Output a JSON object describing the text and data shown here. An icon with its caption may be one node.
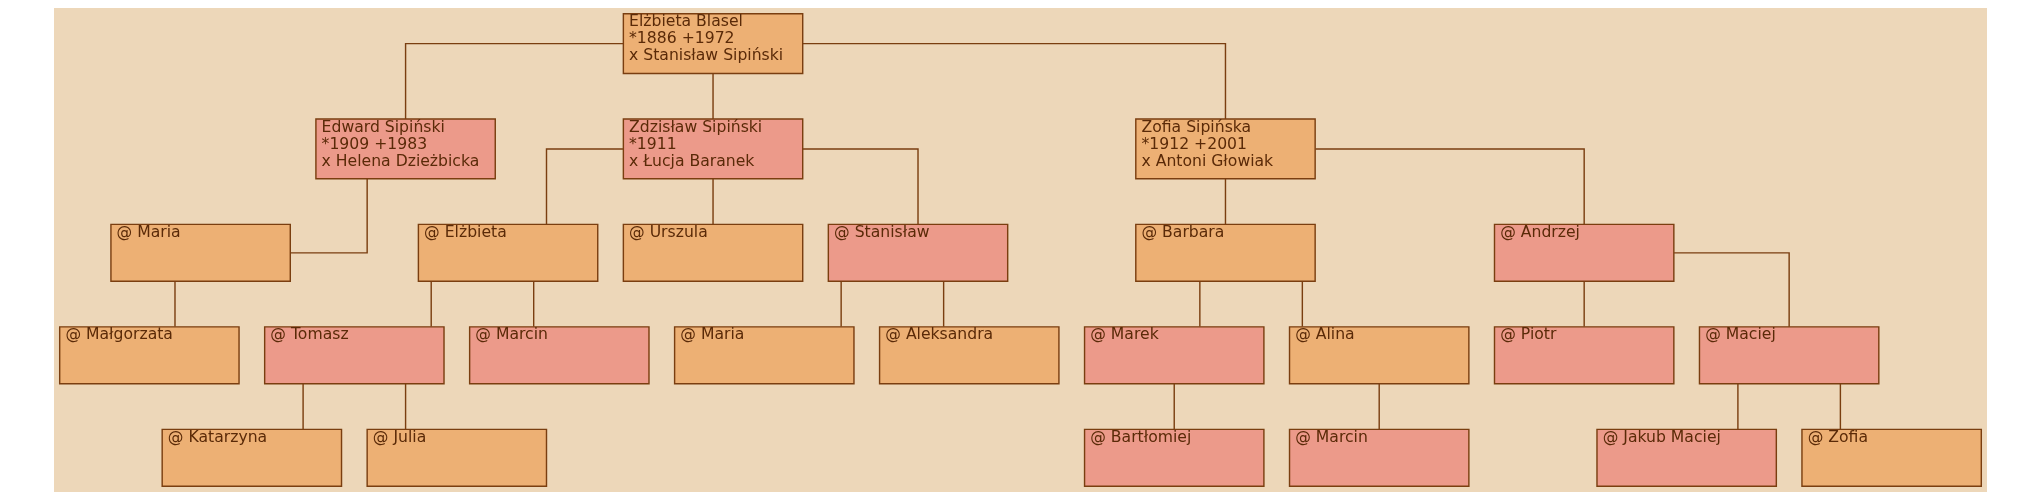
{
  "diagram": {
    "nodes": [
      {
        "text": [
          "Elżbieta Blasel",
          "*1886 +1972",
          "x Stanisław Sipiński"
        ]
      },
      {
        "text": [
          "Edward Sipiński",
          "*1909 +1983",
          "x Helena Dzieżbicka"
        ]
      },
      {
        "text": [
          "Zdzisław Sipiński",
          "*1911",
          "x Łucja Baranek"
        ]
      },
      {
        "text": [
          "Zofia Sipińska",
          "*1912 +2001",
          "x Antoni Głowiak"
        ]
      },
      {
        "text": [
          "@ Maria"
        ]
      },
      {
        "text": [
          "@ Elżbieta"
        ]
      },
      {
        "text": [
          "@ Urszula"
        ]
      },
      {
        "text": [
          "@ Stanisław"
        ]
      },
      {
        "text": [
          "@ Barbara"
        ]
      },
      {
        "text": [
          "@ Andrzej"
        ]
      },
      {
        "text": [
          "@ Małgorzata"
        ]
      },
      {
        "text": [
          "@ Tomasz"
        ]
      },
      {
        "text": [
          "@ Marcin"
        ]
      },
      {
        "text": [
          "@ Maria"
        ]
      },
      {
        "text": [
          "@ Aleksandra"
        ]
      },
      {
        "text": [
          "@ Marek"
        ]
      },
      {
        "text": [
          "@ Alina"
        ]
      },
      {
        "text": [
          "@ Piotr"
        ]
      },
      {
        "text": [
          "@ Maciej"
        ]
      },
      {
        "text": [
          "@ Katarzyna"
        ]
      },
      {
        "text": [
          "@ Julia"
        ]
      },
      {
        "text": [
          "@ Bartłomiej"
        ]
      },
      {
        "text": [
          "@ Marcin"
        ]
      },
      {
        "text": [
          "@ Jakub Maciej"
        ]
      },
      {
        "text": [
          "@ Zofia"
        ]
      }
    ],
    "edges": [
      {
        "from": 0,
        "to": 1,
        "arrow": "none"
      },
      {
        "from": 0,
        "to": 2,
        "arrow": "none"
      },
      {
        "from": 0,
        "to": 3,
        "arrow": "none"
      },
      {
        "from": 1,
        "to": 4,
        "arrow": "none"
      },
      {
        "from": 2,
        "to": 5,
        "arrow": "none"
      },
      {
        "from": 2,
        "to": 6,
        "arrow": "none"
      },
      {
        "from": 2,
        "to": 7,
        "arrow": "none"
      },
      {
        "from": 3,
        "to": 8,
        "arrow": "none"
      },
      {
        "from": 3,
        "to": 9,
        "arrow": "none"
      },
      {
        "from": 4,
        "to": 10,
        "arrow": "none"
      },
      {
        "from": 5,
        "to": 11,
        "arrow": "none"
      },
      {
        "from": 5,
        "to": 12,
        "arrow": "none"
      },
      {
        "from": 7,
        "to": 13,
        "arrow": "none"
      },
      {
        "from": 7,
        "to": 14,
        "arrow": "none"
      },
      {
        "from": 8,
        "to": 15,
        "arrow": "none"
      },
      {
        "from": 8,
        "to": 16,
        "arrow": "none"
      },
      {
        "from": 9,
        "to": 17,
        "arrow": "none"
      },
      {
        "from": 9,
        "to": 18,
        "arrow": "none"
      },
      {
        "from": 11,
        "to": 19,
        "arrow": "none"
      },
      {
        "from": 11,
        "to": 20,
        "arrow": "none"
      },
      {
        "from": 15,
        "to": 21,
        "arrow": "none"
      },
      {
        "from": 16,
        "to": 22,
        "arrow": "none"
      },
      {
        "from": 18,
        "to": 23,
        "arrow": "none"
      },
      {
        "from": 18,
        "to": 24,
        "arrow": "none"
      }
    ]
  }
}
